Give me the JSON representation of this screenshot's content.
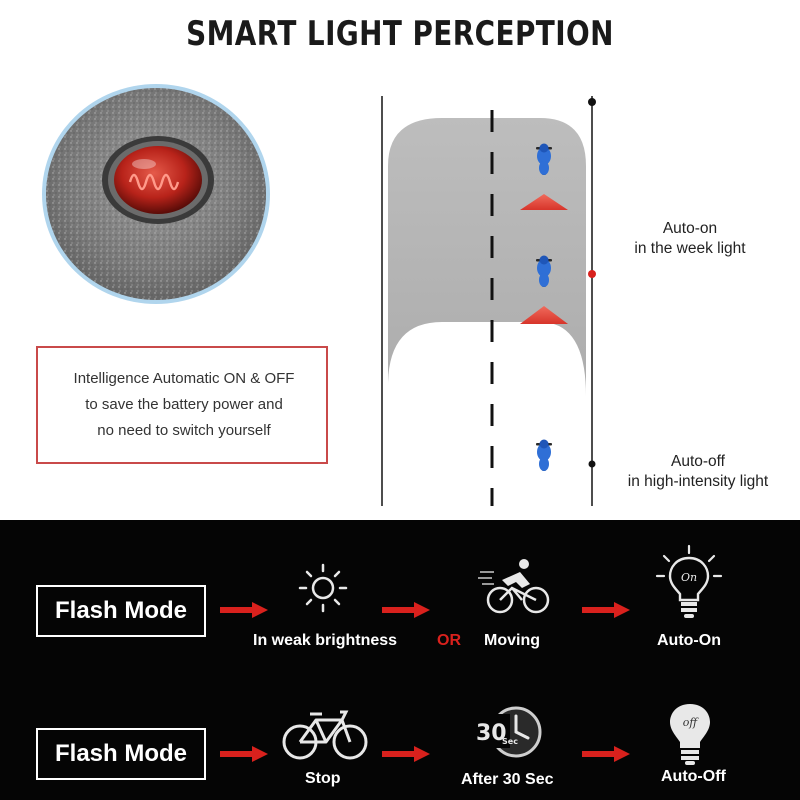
{
  "header": {
    "title": "SMART LIGHT PERCEPTION"
  },
  "info_box": {
    "lines": [
      "Intelligence Automatic ON & OFF",
      "to save the battery power and",
      "no need to switch yourself"
    ]
  },
  "road": {
    "auto_on": {
      "line1": "Auto-on",
      "line2": "in the week light"
    },
    "auto_off": {
      "line1": "Auto-off",
      "line2": "in high-intensity light"
    }
  },
  "modes": [
    {
      "label": "Flash Mode",
      "conditions": [
        "In weak brightness",
        "Moving"
      ],
      "connector": "OR",
      "result": "Auto-On",
      "bulb_text": "On"
    },
    {
      "label": "Flash Mode",
      "conditions": [
        "Stop",
        "After 30 Sec"
      ],
      "result": "Auto-Off",
      "bulb_text": "off",
      "timer_text": "30",
      "timer_unit": "Sec"
    }
  ],
  "colors": {
    "accent": "#d9211d",
    "bike": "#2f6fd6",
    "panel": "#050505"
  }
}
